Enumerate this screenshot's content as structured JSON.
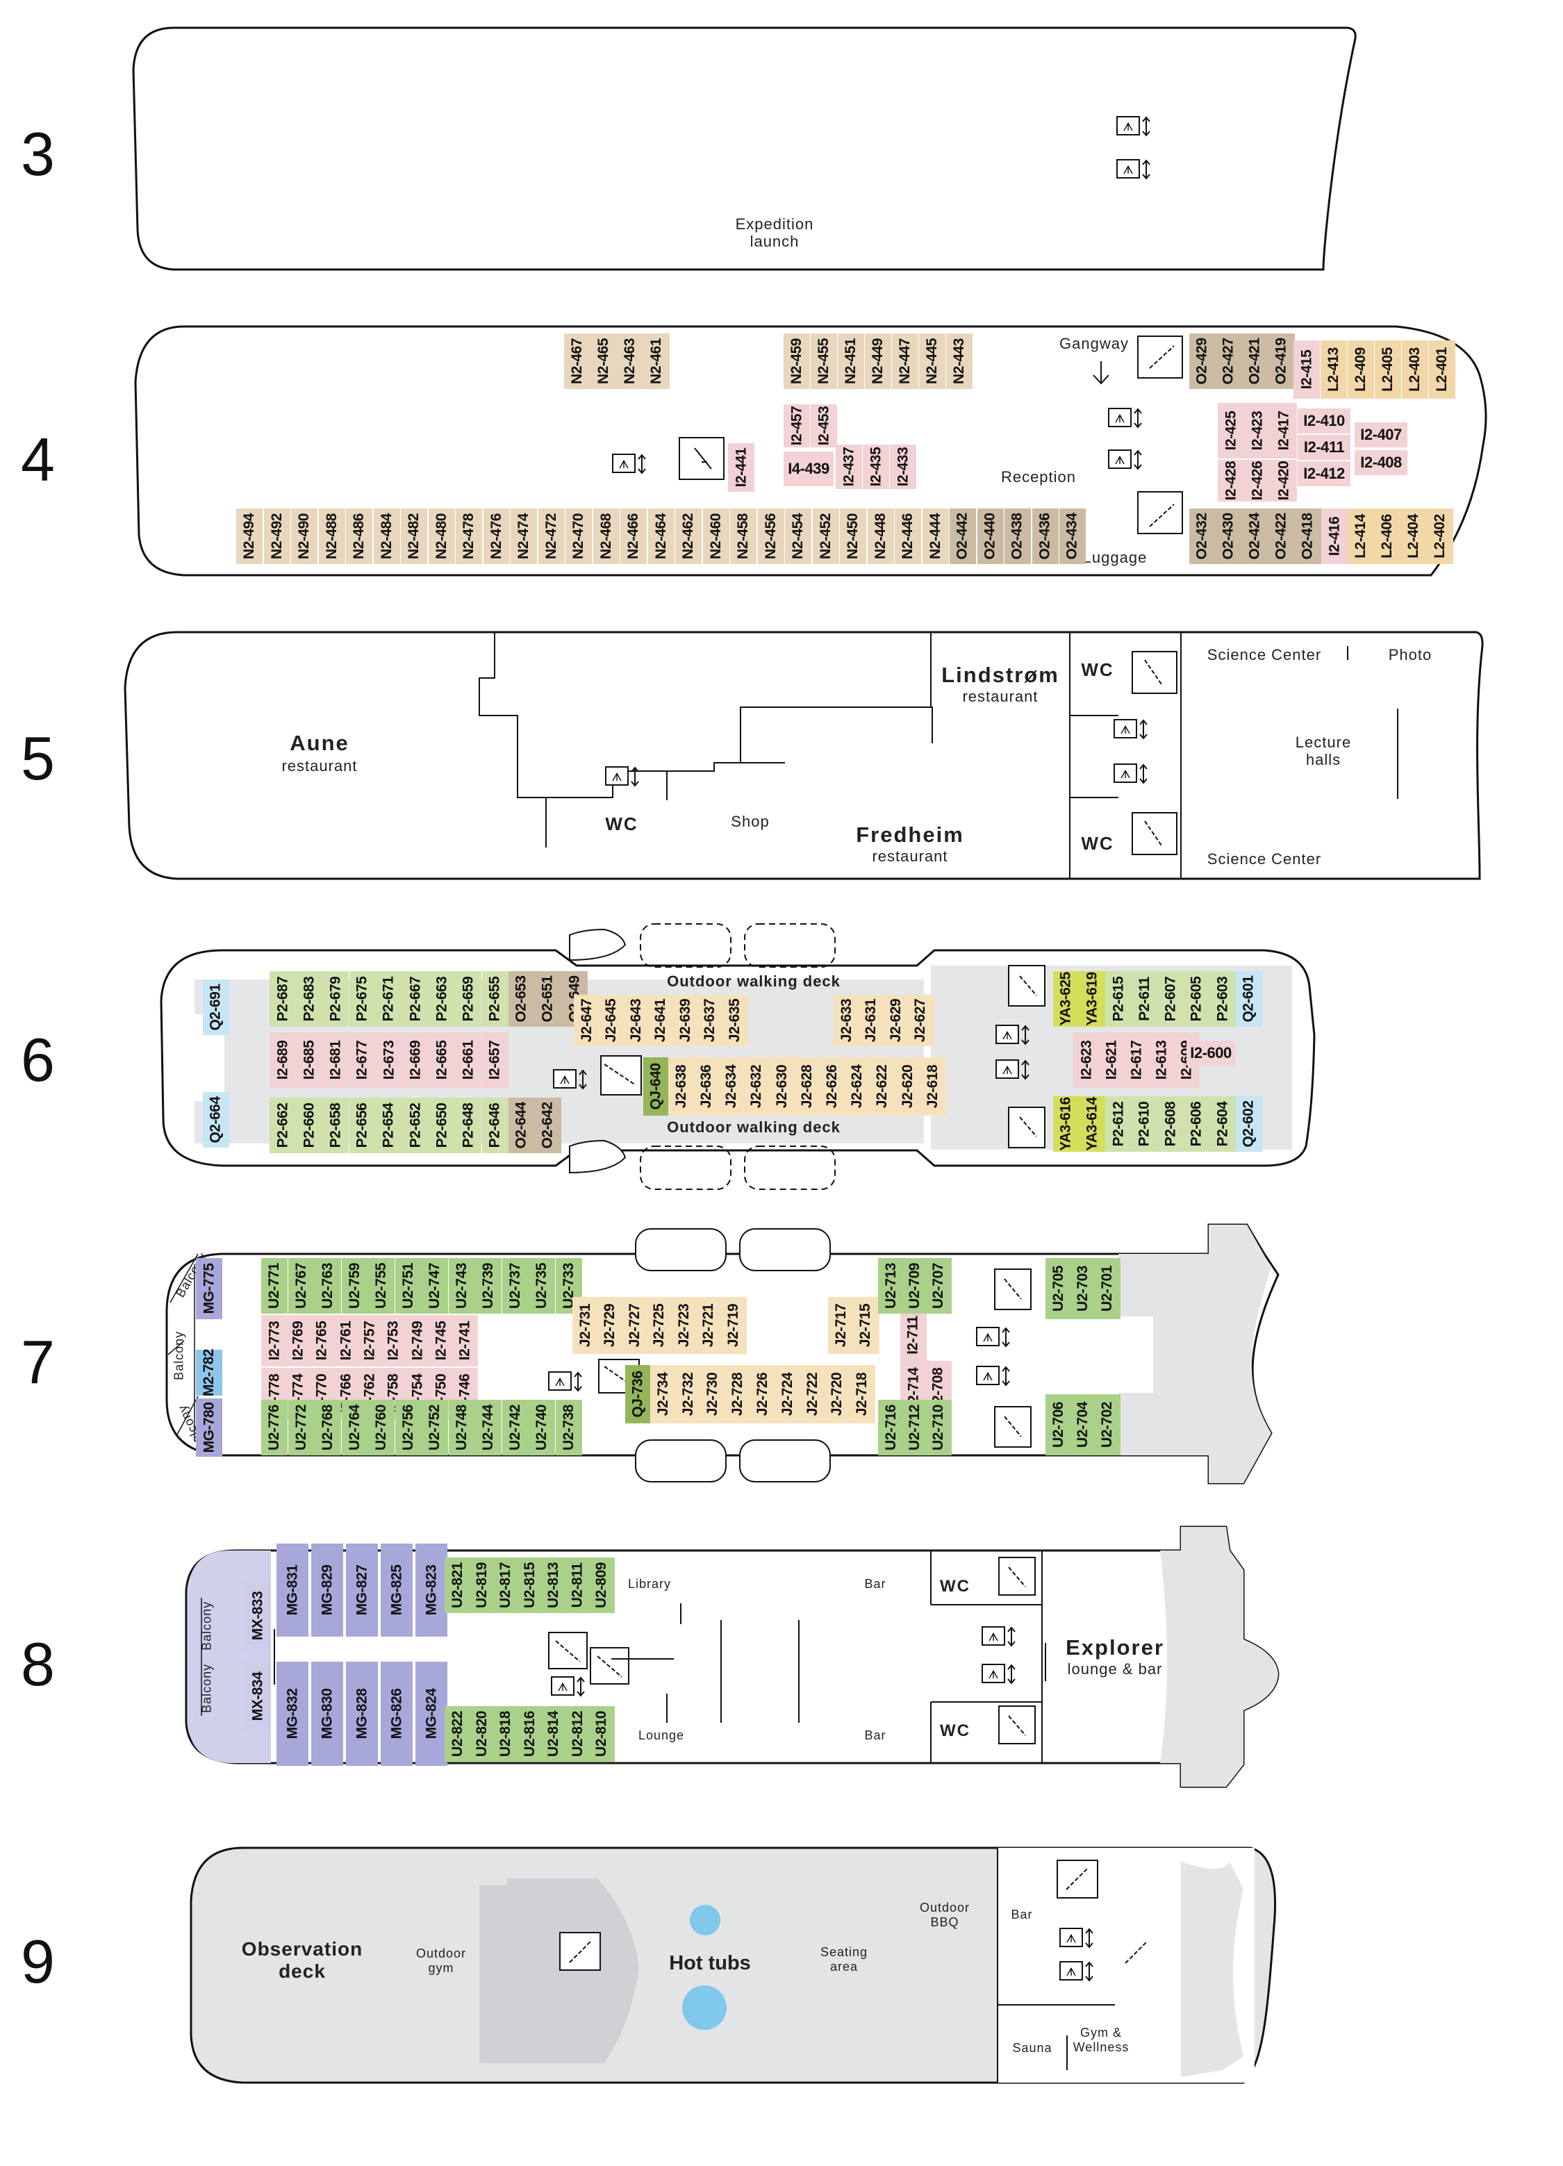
{
  "deck_numbers": {
    "d3": "3",
    "d4": "4",
    "d5": "5",
    "d6": "6",
    "d7": "7",
    "d8": "8",
    "d9": "9"
  },
  "deck3": {
    "expedition_launch": "Expedition\nlaunch"
  },
  "deck4": {
    "gangway": "Gangway",
    "reception": "Reception",
    "luggage": "Luggage",
    "top_left": [
      "N2-467",
      "N2-465",
      "N2-463",
      "N2-461"
    ],
    "top_mid": [
      "N2-459",
      "N2-455",
      "N2-451",
      "N2-449",
      "N2-447",
      "N2-445",
      "N2-443"
    ],
    "top_right": [
      "O2-429",
      "O2-427",
      "O2-421",
      "O2-419"
    ],
    "top_l2": [
      "I2-415",
      "L2-413",
      "L2-409",
      "L2-405",
      "L2-403",
      "L2-401"
    ],
    "mid_a": [
      "I2-457",
      "I2-453"
    ],
    "mid_b": [
      "I2-437",
      "I2-435",
      "I2-433"
    ],
    "i4": "I4-439",
    "i2_441": "I2-441",
    "bottom": [
      "N2-494",
      "N2-492",
      "N2-490",
      "N2-488",
      "N2-486",
      "N2-484",
      "N2-482",
      "N2-480",
      "N2-478",
      "N2-476",
      "N2-474",
      "N2-472",
      "N2-470",
      "N2-468",
      "N2-466",
      "N2-464",
      "N2-462",
      "N2-460",
      "N2-458",
      "N2-456",
      "N2-454",
      "N2-452",
      "N2-450",
      "N2-448",
      "N2-446",
      "N2-444",
      "O2-442",
      "O2-440",
      "O2-438",
      "O2-436",
      "O2-434"
    ],
    "bottom_right": [
      "O2-432",
      "O2-430",
      "O2-424",
      "O2-422",
      "O2-418",
      "I2-416",
      "L2-414",
      "L2-406",
      "L2-404",
      "L2-402"
    ],
    "mid_right_a": [
      "I2-425",
      "I2-423",
      "I2-417"
    ],
    "mid_right_b": [
      "I2-428",
      "I2-426",
      "I2-420"
    ],
    "mid_right_h": [
      "I2-410",
      "I2-411",
      "I2-412"
    ],
    "mid_right_h2": [
      "I2-407",
      "I2-408"
    ]
  },
  "deck5": {
    "aune": "Aune",
    "aune_sub": "restaurant",
    "wc1": "WC",
    "shop": "Shop",
    "fredheim": "Fredheim",
    "fredheim_sub": "restaurant",
    "lindstrom": "Lindstrøm",
    "lindstrom_sub": "restaurant",
    "wc2": "WC",
    "wc3": "WC",
    "science1": "Science Center",
    "science2": "Science Center",
    "photo": "Photo",
    "lecture": "Lecture\nhalls"
  },
  "deck6": {
    "walk1": "Outdoor walking deck",
    "walk2": "Outdoor walking deck",
    "q_top": "Q2-691",
    "q_bot": "Q2-664",
    "top": [
      "P2-687",
      "P2-683",
      "P2-679",
      "P2-675",
      "P2-671",
      "P2-667",
      "P2-663",
      "P2-659",
      "P2-655",
      "O2-653",
      "O2-651",
      "O2-649"
    ],
    "mid": [
      "I2-689",
      "I2-685",
      "I2-681",
      "I2-677",
      "I2-673",
      "I2-669",
      "I2-665",
      "I2-661",
      "I2-657"
    ],
    "bot": [
      "P2-662",
      "P2-660",
      "P2-658",
      "P2-656",
      "P2-654",
      "P2-652",
      "P2-650",
      "P2-648",
      "P2-646",
      "O2-644",
      "O2-642"
    ],
    "j_top_a": [
      "J2-647",
      "J2-645",
      "J2-643",
      "J2-641",
      "J2-639",
      "J2-637",
      "J2-635"
    ],
    "j_top_b": [
      "J2-633",
      "J2-631",
      "J2-629",
      "J2-627"
    ],
    "qj": "QJ-640",
    "j_bot": [
      "J2-638",
      "J2-636",
      "J2-634",
      "J2-632",
      "J2-630",
      "J2-628",
      "J2-626",
      "J2-624",
      "J2-622",
      "J2-620",
      "J2-618"
    ],
    "fwd_top": [
      "YA3-625",
      "YA3-619",
      "P2-615",
      "P2-611",
      "P2-607",
      "P2-605",
      "P2-603",
      "Q2-601"
    ],
    "fwd_mid": [
      "I2-623",
      "I2-621",
      "I2-617",
      "I2-613",
      "I2-609"
    ],
    "i2_600": "I2-600",
    "fwd_bot": [
      "YA3-616",
      "YA3-614",
      "P2-612",
      "P2-610",
      "P2-608",
      "P2-606",
      "P2-604",
      "Q2-602"
    ]
  },
  "deck7": {
    "balcony1": "Balcony",
    "balcony2": "Balcony",
    "balcony3": "Balcony",
    "mg_top": "MG-775",
    "m2": "M2-782",
    "mg_bot": "MG-780",
    "top": [
      "U2-771",
      "U2-767",
      "U2-763",
      "U2-759",
      "U2-755",
      "U2-751",
      "U2-747",
      "U2-743",
      "U2-739",
      "U2-737",
      "U2-735",
      "U2-733"
    ],
    "mid_a": [
      "I2-773",
      "I2-769",
      "I2-765",
      "I2-761",
      "I2-757",
      "I2-753",
      "I2-749",
      "I2-745",
      "I2-741"
    ],
    "mid_b": [
      "I2-778",
      "I2-774",
      "I2-770",
      "I2-766",
      "I2-762",
      "I2-758",
      "I2-754",
      "I2-750",
      "I2-746"
    ],
    "bot": [
      "U2-776",
      "U2-772",
      "U2-768",
      "U2-764",
      "U2-760",
      "U2-756",
      "U2-752",
      "U2-748",
      "U2-744",
      "U2-742",
      "U2-740",
      "U2-738"
    ],
    "j_top": [
      "J2-731",
      "J2-729",
      "J2-727",
      "J2-725",
      "J2-723",
      "J2-721",
      "J2-719"
    ],
    "j_top_b": [
      "J2-717",
      "J2-715"
    ],
    "qj": "QJ-736",
    "j_bot": [
      "J2-734",
      "J2-732",
      "J2-730",
      "J2-728",
      "J2-726",
      "J2-724",
      "J2-722",
      "J2-720",
      "J2-718"
    ],
    "i_fwd_a": "I2-711",
    "i_fwd_b": [
      "I2-714",
      "I2-708"
    ],
    "u_top": [
      "U2-713",
      "U2-709",
      "U2-707"
    ],
    "u_bot": [
      "U2-716",
      "U2-712",
      "U2-710"
    ],
    "u_fwd_top": [
      "U2-705",
      "U2-703",
      "U2-701"
    ],
    "u_fwd_bot": [
      "U2-706",
      "U2-704",
      "U2-702"
    ]
  },
  "deck8": {
    "balcony1": "Balcony",
    "balcony2": "Balcony",
    "mx_top": "MX-833",
    "mx_bot": "MX-834",
    "mg_top": [
      "MG-831",
      "MG-829",
      "MG-827",
      "MG-825",
      "MG-823"
    ],
    "mg_bot": [
      "MG-832",
      "MG-830",
      "MG-828",
      "MG-826",
      "MG-824"
    ],
    "u_top": [
      "U2-821",
      "U2-819",
      "U2-817",
      "U2-815",
      "U2-813",
      "U2-811",
      "U2-809"
    ],
    "u_bot": [
      "U2-822",
      "U2-820",
      "U2-818",
      "U2-816",
      "U2-814",
      "U2-812",
      "U2-810"
    ],
    "library": "Library",
    "lounge": "Lounge",
    "bar1": "Bar",
    "bar2": "Bar",
    "wc1": "WC",
    "wc2": "WC",
    "explorer": "Explorer",
    "explorer_sub": "lounge & bar"
  },
  "deck9": {
    "observation": "Observation\ndeck",
    "gym": "Outdoor\ngym",
    "hot_tubs": "Hot tubs",
    "seating": "Seating\narea",
    "bbq": "Outdoor\nBBQ",
    "bar": "Bar",
    "sauna": "Sauna",
    "wellness": "Gym &\nWellness"
  },
  "colors": {
    "N2": "#e8d7bd",
    "O2": "#cbbba3",
    "I2": "#f2d2d4",
    "L2": "#f2d7a8",
    "J2": "#f5e2bd",
    "P2": "#cfe2ad",
    "U2": "#a9d18a",
    "YA3": "#d4de59",
    "Q2": "#c6e6f5",
    "MG": "#a7a7da",
    "hot_tub": "#80c8ec",
    "deck_grey": "#e3e4e6"
  }
}
